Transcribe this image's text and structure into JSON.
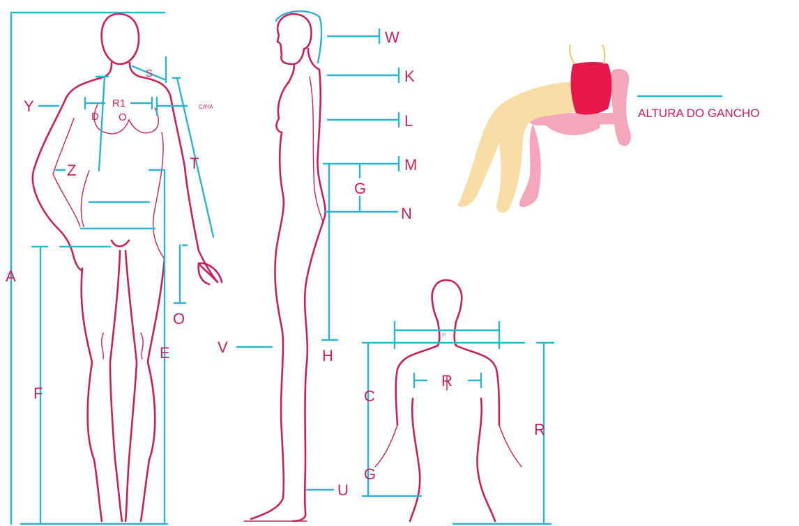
{
  "colors": {
    "body_outline": "#c8205a",
    "measure_lines": "#2ab5cf",
    "label_text": "#c8205a",
    "shorts": "#e8174a",
    "chair": "#f4a6bd",
    "legs": "#f8dca6"
  },
  "front_figure": {
    "labels": {
      "a": "A",
      "y": "Y",
      "z": "Z",
      "r1": "R1",
      "d": "D",
      "o_small": "O",
      "s": "S",
      "caya": "CAYA",
      "t": "T",
      "e": "E",
      "f": "F",
      "o": "O"
    }
  },
  "side_figure": {
    "labels": {
      "w": "W",
      "k": "K",
      "l": "L",
      "m": "M",
      "g": "G",
      "n": "N",
      "h": "H",
      "v": "V",
      "u": "U"
    }
  },
  "back_figure": {
    "labels": {
      "p": "P",
      "r_inner": "R",
      "c": "C",
      "g": "G",
      "r_outer": "R"
    }
  },
  "seated_figure": {
    "caption": "ALTURA DO GANCHO"
  }
}
